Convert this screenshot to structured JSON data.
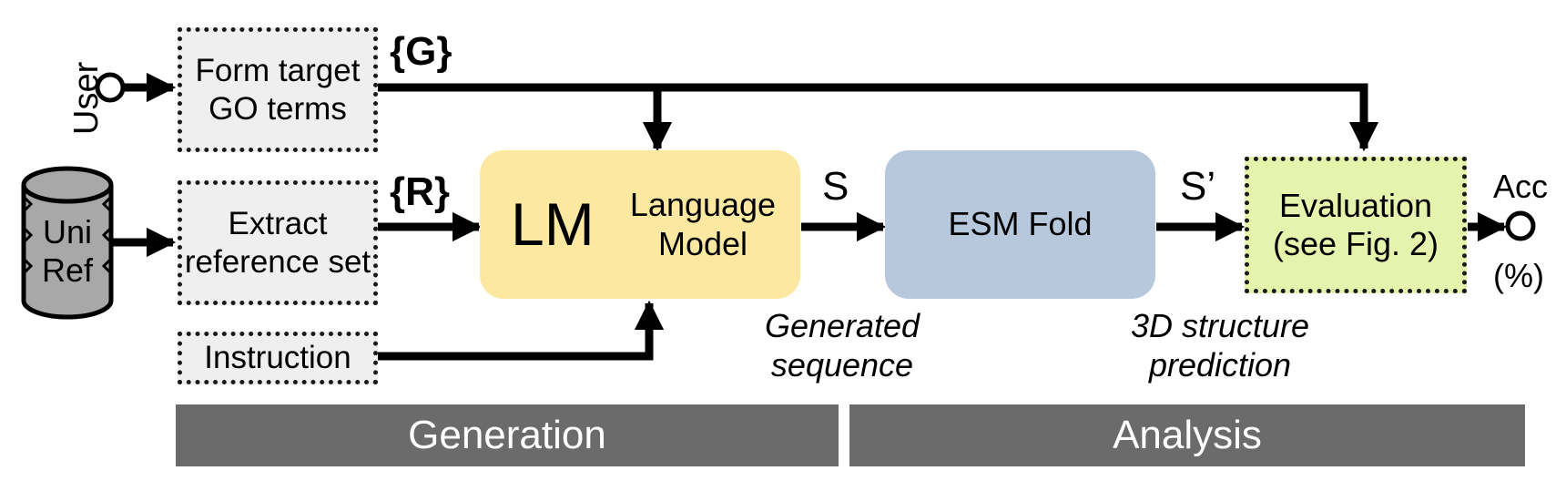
{
  "user_label": "User",
  "db_label_line1": "Uni",
  "db_label_line2": "Ref",
  "boxes": {
    "form_target": "Form target GO terms",
    "extract_ref": "Extract reference set",
    "instruction": "Instruction",
    "lm_big": "LM",
    "lm_small": "Language Model",
    "esm": "ESM Fold",
    "evaluation": "Evaluation (see Fig. 2)"
  },
  "signals": {
    "g": "{G}",
    "r": "{R}",
    "s": "S",
    "s_prime": "S’",
    "acc": "Acc",
    "acc_unit": "(%)"
  },
  "captions": {
    "generated": "Generated sequence",
    "structure": "3D structure prediction"
  },
  "bands": {
    "generation": "Generation",
    "analysis": "Analysis"
  },
  "colors": {
    "lm_fill": "#fce8a0",
    "esm_fill": "#b8c8dc",
    "eval_fill": "#e5f3ac",
    "band_fill": "#6b6b6b",
    "dotted_fill": "#efefef",
    "db_fill": "#a8a8a8"
  }
}
